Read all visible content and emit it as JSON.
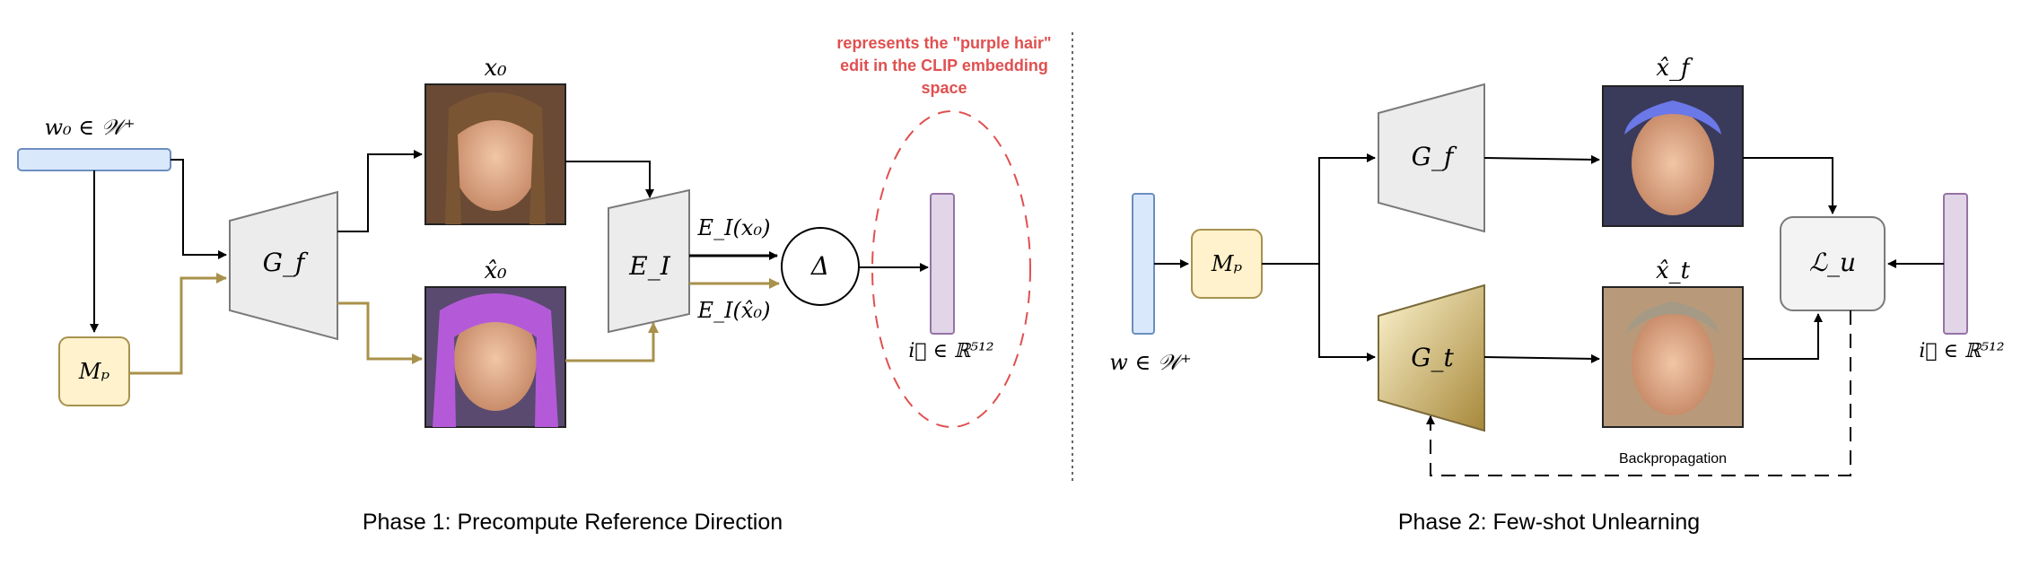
{
  "colors": {
    "latent_fill": "#dae8fc",
    "latent_stroke": "#6c8ebf",
    "mp_fill": "#fff2cc",
    "mp_stroke": "#a7924e",
    "gen_fill": "#ececec",
    "gen_stroke": "#7a7a7a",
    "purple_fill": "#e1d5e7",
    "purple_stroke": "#9673a6",
    "edit_arrow": "#a8914b",
    "annotation": "#e05050",
    "gt_gradient_top": "#fdf4cf",
    "gt_gradient_bottom": "#a7883a"
  },
  "phase1": {
    "caption": "Phase 1: Precompute Reference Direction",
    "latent_label": "w₀ ∈ 𝒲⁺",
    "mapper_label": "Mₚ",
    "generator_label": "G_f",
    "encoder_label": "E_I",
    "image_top_label": "x₀",
    "image_bottom_label": "x̂₀",
    "embed_top_label": "E_I(x₀)",
    "embed_bottom_label": "E_I(x̂₀)",
    "delta_label": "Δ",
    "direction_label": "i⃗ ∈ ℝ⁵¹²",
    "annotation": [
      "represents the \"purple hair\"",
      "edit in the CLIP embedding",
      "space"
    ]
  },
  "phase2": {
    "caption": "Phase 2: Few-shot Unlearning",
    "latent_label": "w ∈ 𝒲⁺",
    "mapper_label": "Mₚ",
    "gen_f_label": "G_f",
    "gen_t_label": "G_t",
    "image_top_label": "x̂_f",
    "image_bottom_label": "x̂_t",
    "loss_label": "ℒ_u",
    "direction_label": "i⃗ ∈ ℝ⁵¹²",
    "backprop_label": "Backpropagation"
  }
}
